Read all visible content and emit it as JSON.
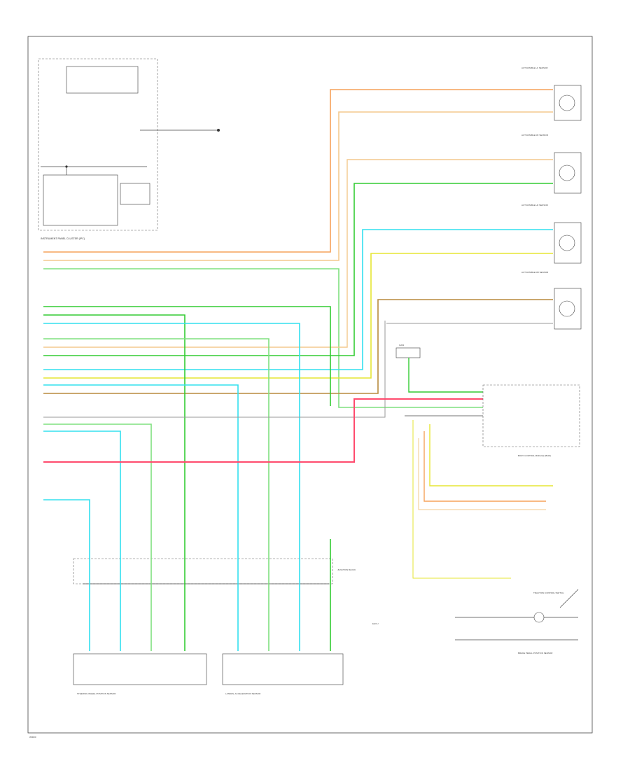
{
  "diagram": {
    "footer_code": "W0000",
    "colors": {
      "orange": "#f6a25a",
      "tan": "#f3c98d",
      "green": "#33cc33",
      "cyan": "#33e0ee",
      "yellow": "#e6e633",
      "brown": "#b88a3e",
      "pink": "#ff4b6e",
      "lightgreen": "#7fe07f",
      "black": "#444444",
      "gray": "#9a9a9a"
    },
    "labels": {
      "ipc_module": "INSTRUMENT PANEL CLUSTER (IPC)",
      "sensor_lf": "ACTIVATABLE LF SENSOR",
      "sensor_rf": "ACTIVATABLE RF SENSOR",
      "sensor_lr": "ACTIVATABLE LR SENSOR",
      "sensor_rr": "ACTIVATABLE RR SENSOR",
      "ground_label": "G201",
      "bcm_module": "BODY CONTROL MODULE (BCM)",
      "steering_sensor": "STEERING WHEEL POSITION SENSOR",
      "lateral_sensor": "LATERAL ACCELERATION SENSOR",
      "junction_block": "JUNCTION BLOCK",
      "traction_switch": "TRACTION CONTROL SWITCH",
      "brake_switch": "BRAKE PEDAL POSITION SENSOR",
      "ehcu": "EHCU"
    }
  }
}
